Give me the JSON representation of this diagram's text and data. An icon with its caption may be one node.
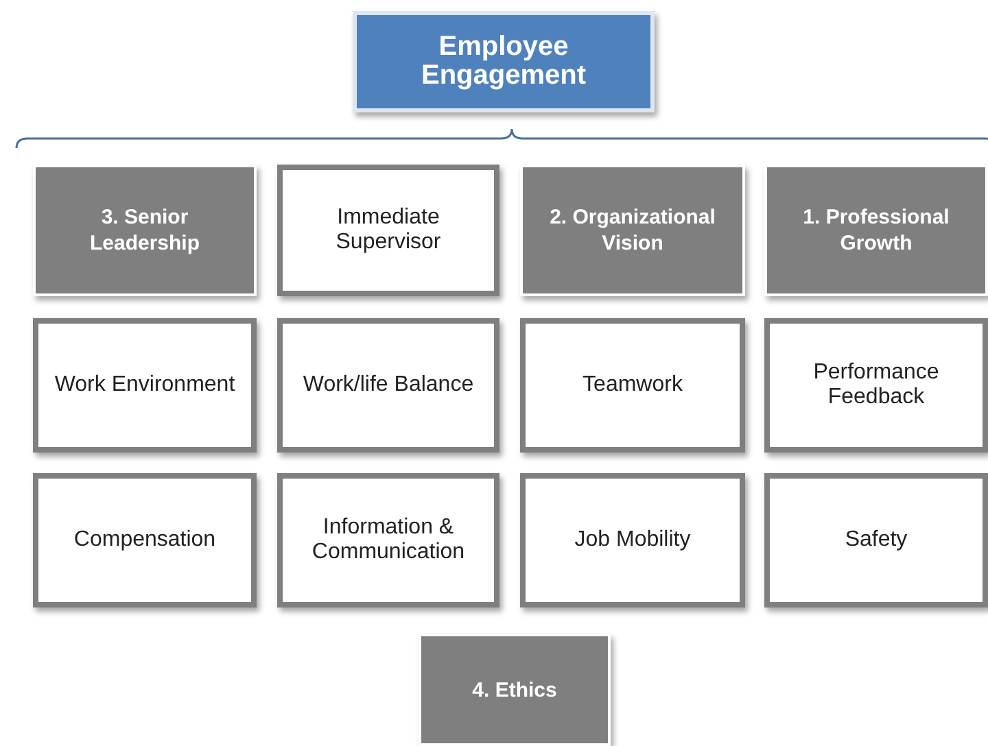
{
  "diagram": {
    "nodes": [
      {
        "text": [
          "Employee Engagement"
        ]
      },
      {
        "text": [
          "3. Senior Leadership"
        ]
      },
      {
        "text": [
          "Immediate Supervisor"
        ]
      },
      {
        "text": [
          "2. Organizational Vision"
        ]
      },
      {
        "text": [
          "1. Professional Growth"
        ]
      },
      {
        "text": [
          "Work Environment"
        ]
      },
      {
        "text": [
          "Work/life Balance"
        ]
      },
      {
        "text": [
          "Teamwork"
        ]
      },
      {
        "text": [
          "Performance Feedback"
        ]
      },
      {
        "text": [
          "Compensation"
        ]
      },
      {
        "text": [
          "Information & Communication"
        ]
      },
      {
        "text": [
          "Job Mobility"
        ]
      },
      {
        "text": [
          "Safety"
        ]
      },
      {
        "text": [
          "4. Ethics"
        ]
      }
    ],
    "edges": []
  }
}
